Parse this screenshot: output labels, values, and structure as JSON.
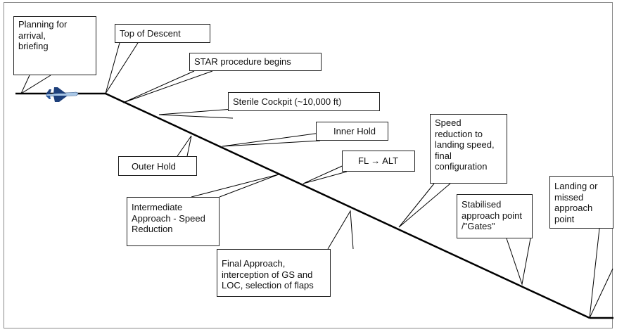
{
  "diagram": {
    "callouts": {
      "planning": "Planning for\narrival,\nbriefing",
      "top_of_descent": "Top of Descent",
      "star": "STAR procedure begins",
      "sterile": "Sterile Cockpit (~10,000 ft)",
      "inner_hold": "Inner Hold",
      "outer_hold": "Outer Hold",
      "fl_alt": "FL → ALT",
      "speed_reduction": "Speed\nreduction to\nlanding speed,\nfinal\nconfiguration",
      "intermediate": "Intermediate\nApproach - Speed\nReduction",
      "final_approach": "Final Approach,\ninterception of GS and\nLOC, selection of flaps",
      "stabilised": "Stabilised\napproach point\n/\"Gates\"",
      "landing": "Landing or\nmissed\napproach\npoint"
    },
    "icons": {
      "aircraft": "airplane-icon"
    },
    "colors": {
      "line": "#000000",
      "aircraft_fuselage": "#a9c7e6",
      "aircraft_wings": "#1d3f7a"
    }
  }
}
